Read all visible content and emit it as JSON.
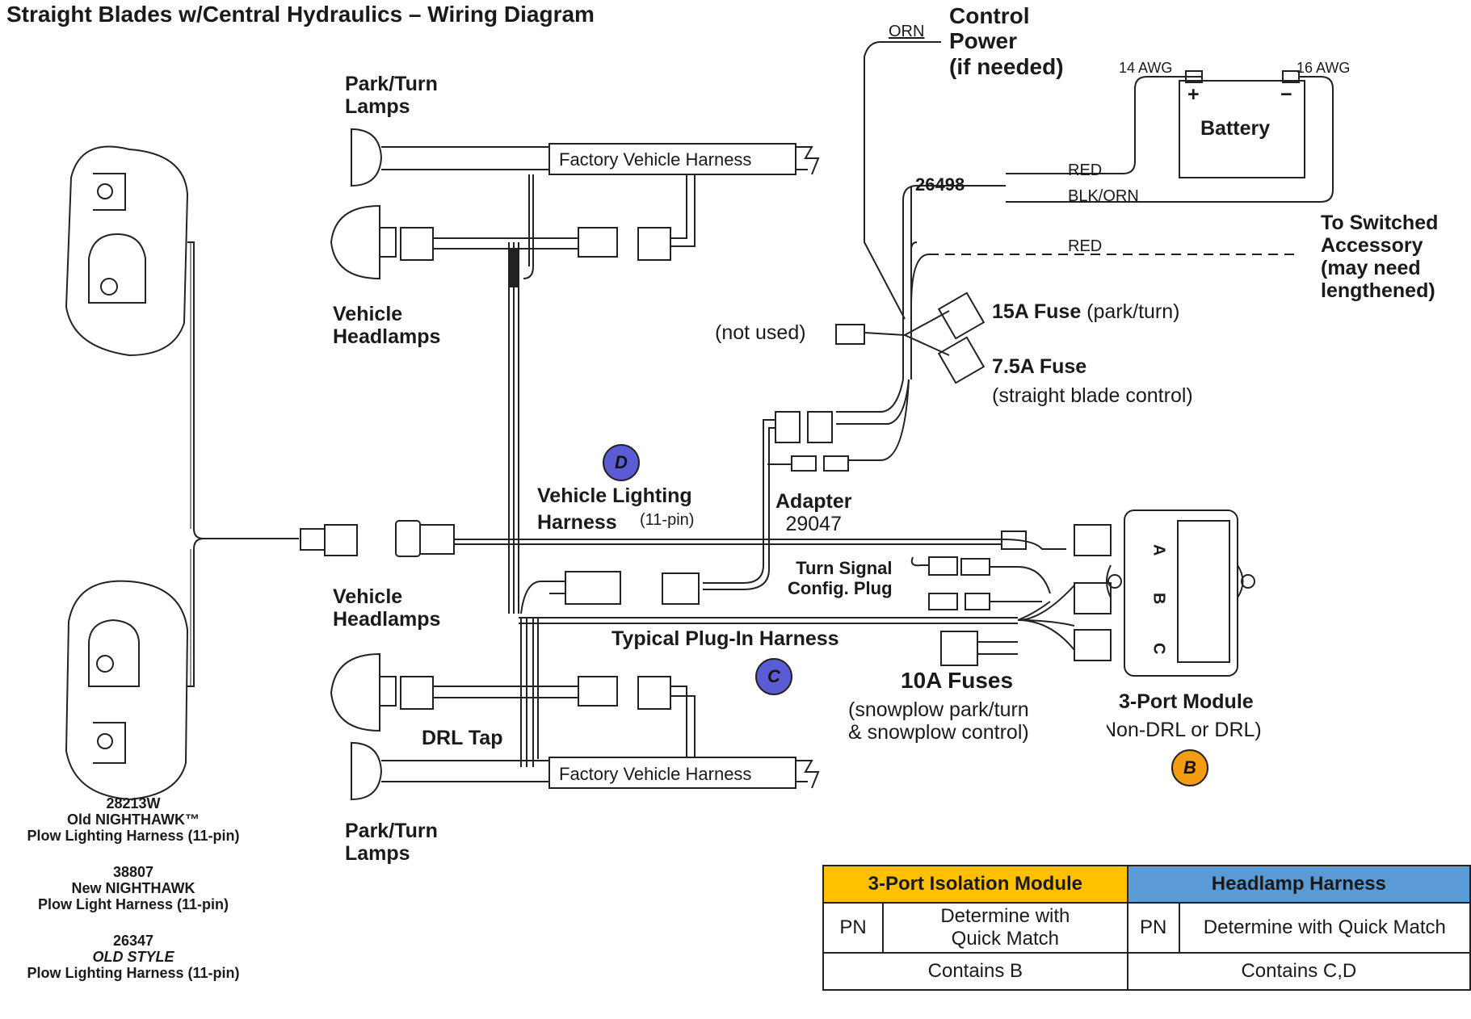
{
  "title": "Straight Blades w/Central Hydraulics – Wiring Diagram",
  "colors": {
    "module_header": "#ffc000",
    "headlamp_header": "#5b9bd5",
    "badge_d": "#5b5bd6",
    "badge_c": "#5b5bd6",
    "badge_b": "#f39c12"
  },
  "labels": {
    "control_power": [
      "Control",
      "Power",
      "(if needed)"
    ],
    "orn": "ORN",
    "awg14": "14 AWG",
    "awg16": "16 AWG",
    "plus": "+",
    "minus": "−",
    "battery": "Battery",
    "red1": "RED",
    "part26498": "26498",
    "blk_orn": "BLK/ORN",
    "red2": "RED",
    "to_switched": [
      "To Switched",
      "Accessory",
      "(may need",
      "lengthened)"
    ],
    "park_turn_top": [
      "Park/Turn",
      "Lamps"
    ],
    "factory_top": "Factory Vehicle Harness",
    "vehicle_headlamps_top": [
      "Vehicle",
      "Headlamps"
    ],
    "not_used": "(not used)",
    "fuse15_bold": "15A Fuse",
    "fuse15_rest": " (park/turn)",
    "fuse75_bold": "7.5A Fuse",
    "fuse75_desc": "(straight blade control)",
    "badge_d": "D",
    "vlh_line1": "Vehicle Lighting",
    "vlh_line2": "Harness",
    "vlh_pins": "(11-pin)",
    "adapter": [
      "Adapter",
      "29047"
    ],
    "turn_signal": [
      "Turn Signal",
      "Config. Plug"
    ],
    "vehicle_headlamps_bot": [
      "Vehicle",
      "Headlamps"
    ],
    "plug_in": "Typical Plug-In Harness",
    "badge_c": "C",
    "fuses10": "10A Fuses",
    "fuses10_desc": [
      "(snowplow park/turn",
      "& snowplow control)"
    ],
    "module3": [
      "3-Port Module",
      "Non-DRL or DRL)"
    ],
    "badge_b": "B",
    "port_a": "A",
    "port_b": "B",
    "port_c": "C",
    "drl_tap": "DRL Tap",
    "factory_bot": "Factory Vehicle Harness",
    "park_turn_bot": [
      "Park/Turn",
      "Lamps"
    ],
    "h1": [
      "28213W",
      "Old NIGHTHAWK™",
      "Plow Lighting Harness (11-pin)"
    ],
    "h2": [
      "38807",
      "New NIGHTHAWK",
      "Plow Light Harness (11-pin)"
    ],
    "h3": [
      "26347",
      "OLD STYLE",
      "Plow Lighting Harness (11-pin)"
    ]
  },
  "table": {
    "module_title": "3-Port Isolation Module",
    "headlamp_title": "Headlamp Harness",
    "pn1": "PN",
    "det1": [
      "Determine with",
      "Quick Match"
    ],
    "pn2": "PN",
    "det2": "Determine with Quick Match",
    "contains1": "Contains B",
    "contains2": "Contains C,D"
  }
}
